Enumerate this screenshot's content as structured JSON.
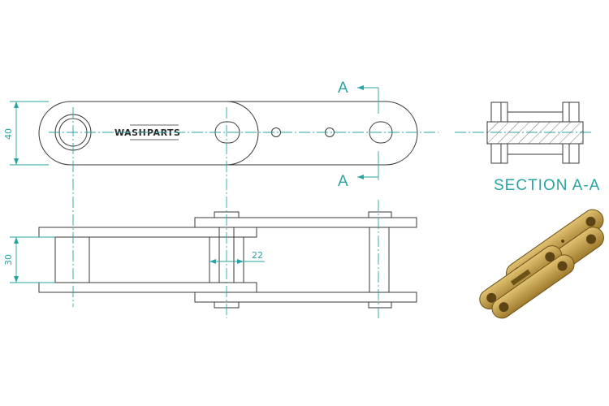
{
  "drawing": {
    "brand_text_1": "WASH",
    "brand_text_2": "PARTS",
    "section_marker": "A",
    "section_title": "SECTION A-A",
    "dimensions": {
      "plate_height": "40",
      "link_width": "30",
      "pin_diameter": "22"
    }
  },
  "colors": {
    "dimension_line": "#2aa3a3",
    "outline": "#3a3a3a",
    "render_gold": "#c9a24a"
  },
  "icons": {
    "chain_render": "3d-chain-link-render"
  }
}
